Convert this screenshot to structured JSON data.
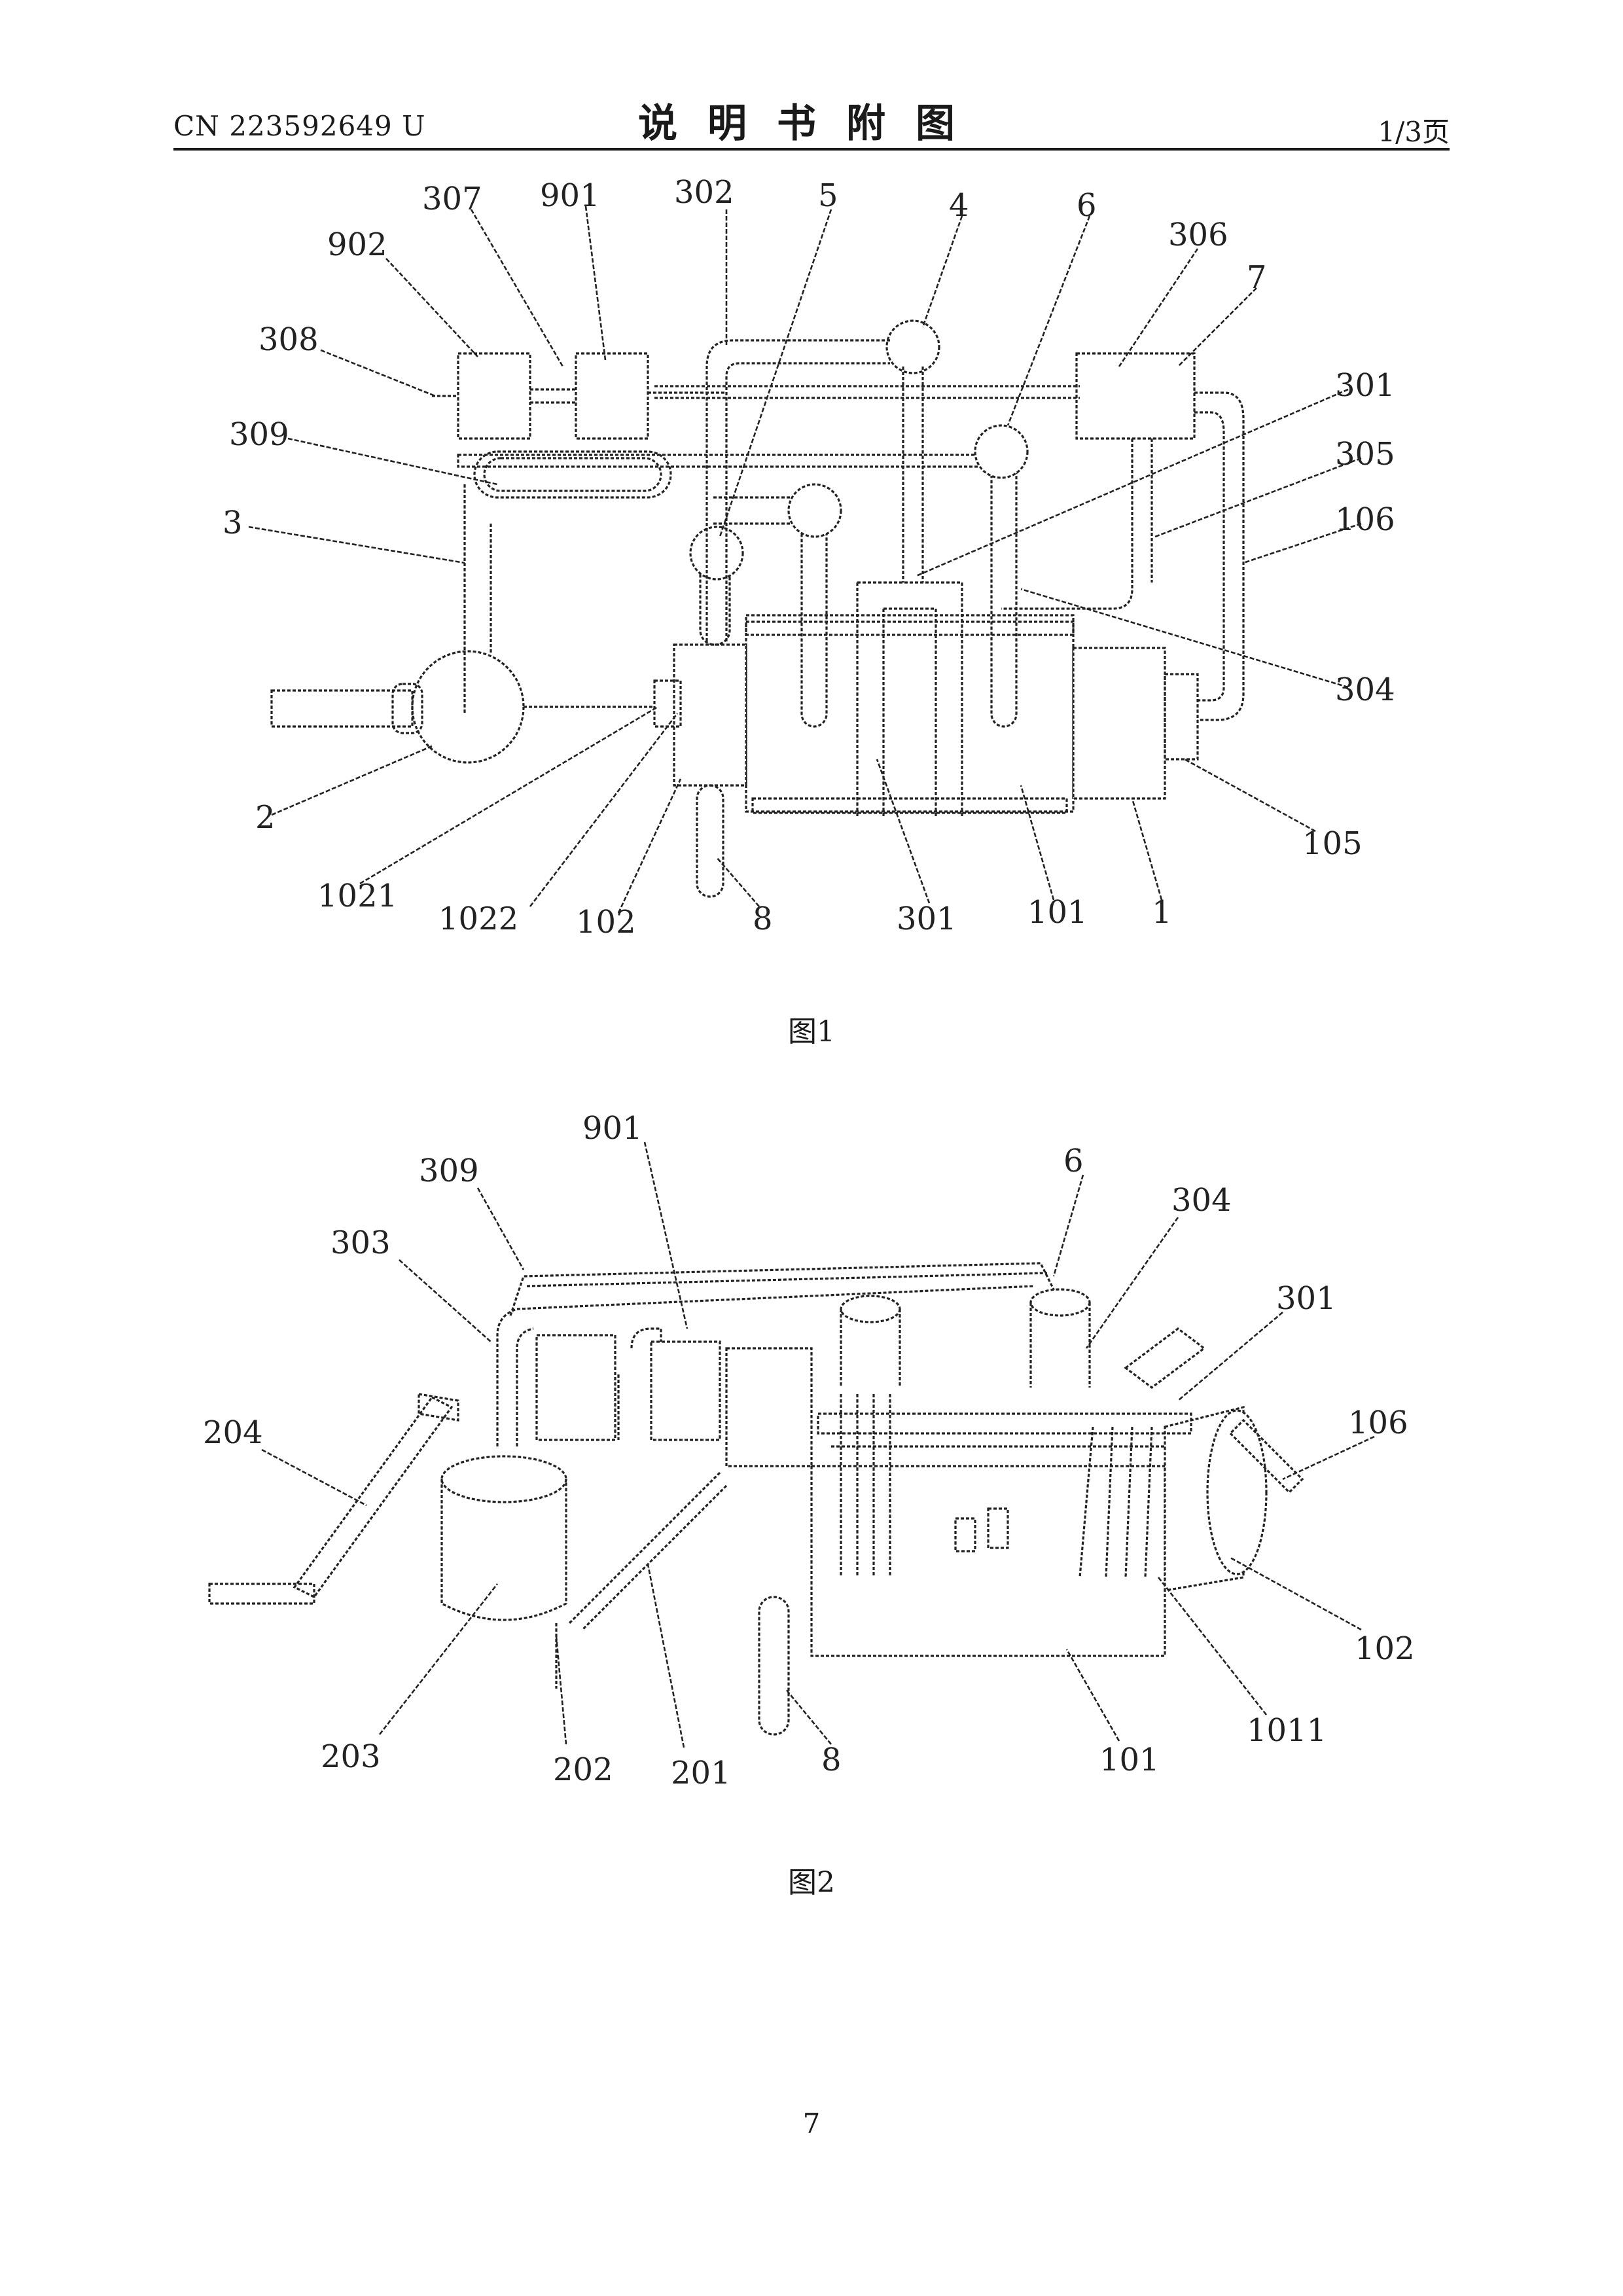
{
  "header": {
    "patent_number": "CN 223592649 U",
    "title": "说明书附图",
    "page_indicator": "1/3页"
  },
  "figure1": {
    "caption": "图1",
    "labels": [
      "307",
      "901",
      "302",
      "5",
      "4",
      "6",
      "306",
      "902",
      "7",
      "308",
      "301",
      "309",
      "305",
      "3",
      "106",
      "304",
      "2",
      "1021",
      "1022",
      "102",
      "8",
      "301",
      "101",
      "1",
      "105"
    ]
  },
  "figure2": {
    "caption": "图2",
    "labels": [
      "901",
      "6",
      "309",
      "304",
      "303",
      "301",
      "204",
      "106",
      "102",
      "203",
      "202",
      "201",
      "8",
      "101",
      "1011"
    ]
  },
  "footer": {
    "page_number": "7"
  }
}
